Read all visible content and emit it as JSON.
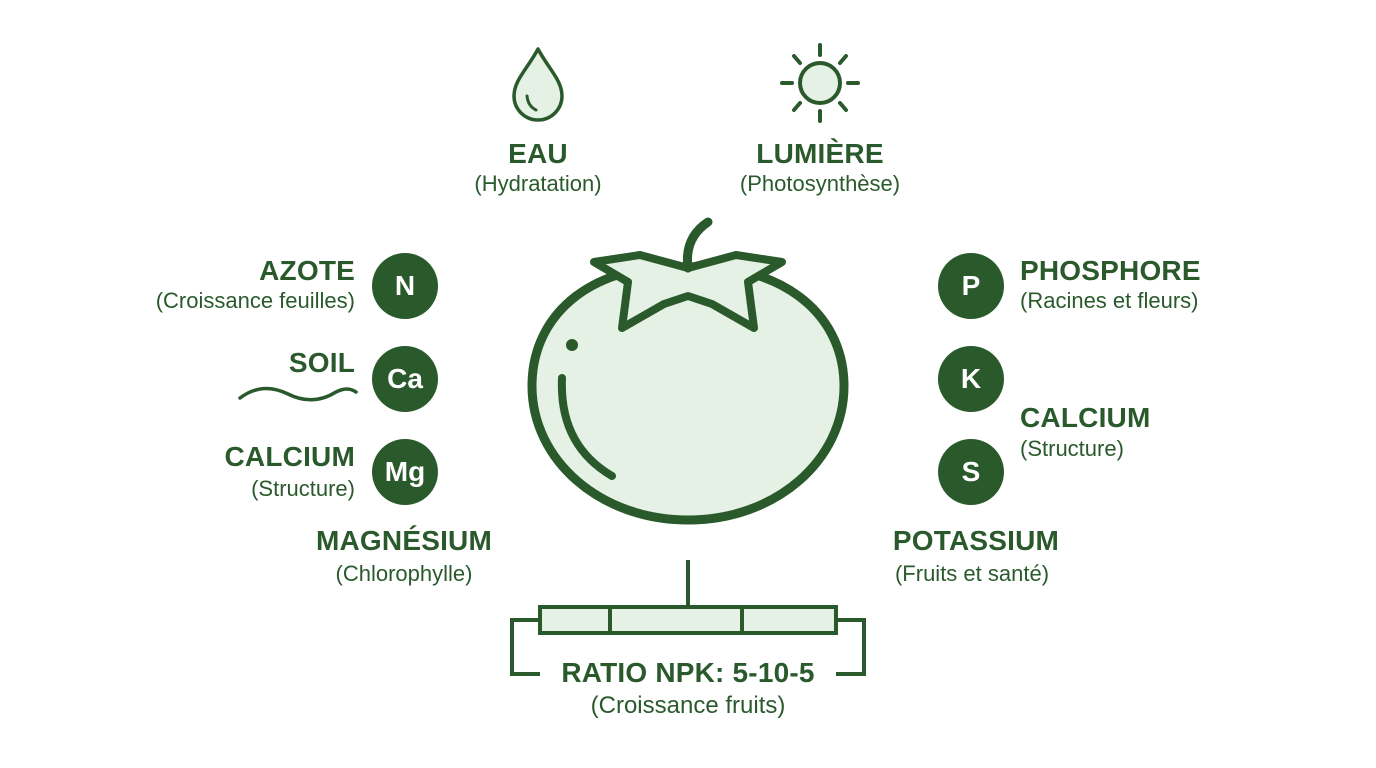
{
  "colors": {
    "primary": "#2a5a2c",
    "fill": "#e4f1e4",
    "background": "#ffffff"
  },
  "top": {
    "eau": {
      "icon": "water-drop-icon",
      "title": "EAU",
      "sub": "(Hydratation)"
    },
    "lumiere": {
      "icon": "sun-icon",
      "title": "LUMIÈRE",
      "sub": "(Photosynthèse)"
    }
  },
  "left": {
    "azote": {
      "title": "AZOTE",
      "sub": "(Croissance feuilles)",
      "symbol": "N"
    },
    "soil": {
      "title": "SOIL",
      "symbol": "Ca"
    },
    "calcium": {
      "title": "CALCIUM",
      "sub": "(Structure)",
      "symbol": "Mg"
    },
    "magnesium": {
      "title": "MAGNÉSIUM",
      "sub": "(Chlorophylle)"
    }
  },
  "right": {
    "phosphore": {
      "title": "PHOSPHORE",
      "sub": "(Racines et fleurs)",
      "symbol": "P"
    },
    "k": {
      "symbol": "K"
    },
    "calcium": {
      "title": "CALCIUM",
      "sub": "(Structure)"
    },
    "s": {
      "symbol": "S"
    },
    "potassium": {
      "title": "POTASSIUM",
      "sub": "(Fruits et santé)"
    }
  },
  "center": {
    "icon": "tomato-icon"
  },
  "ratio": {
    "title": "RATIO NPK: 5-10-5",
    "sub": "(Croissance fruits)"
  }
}
